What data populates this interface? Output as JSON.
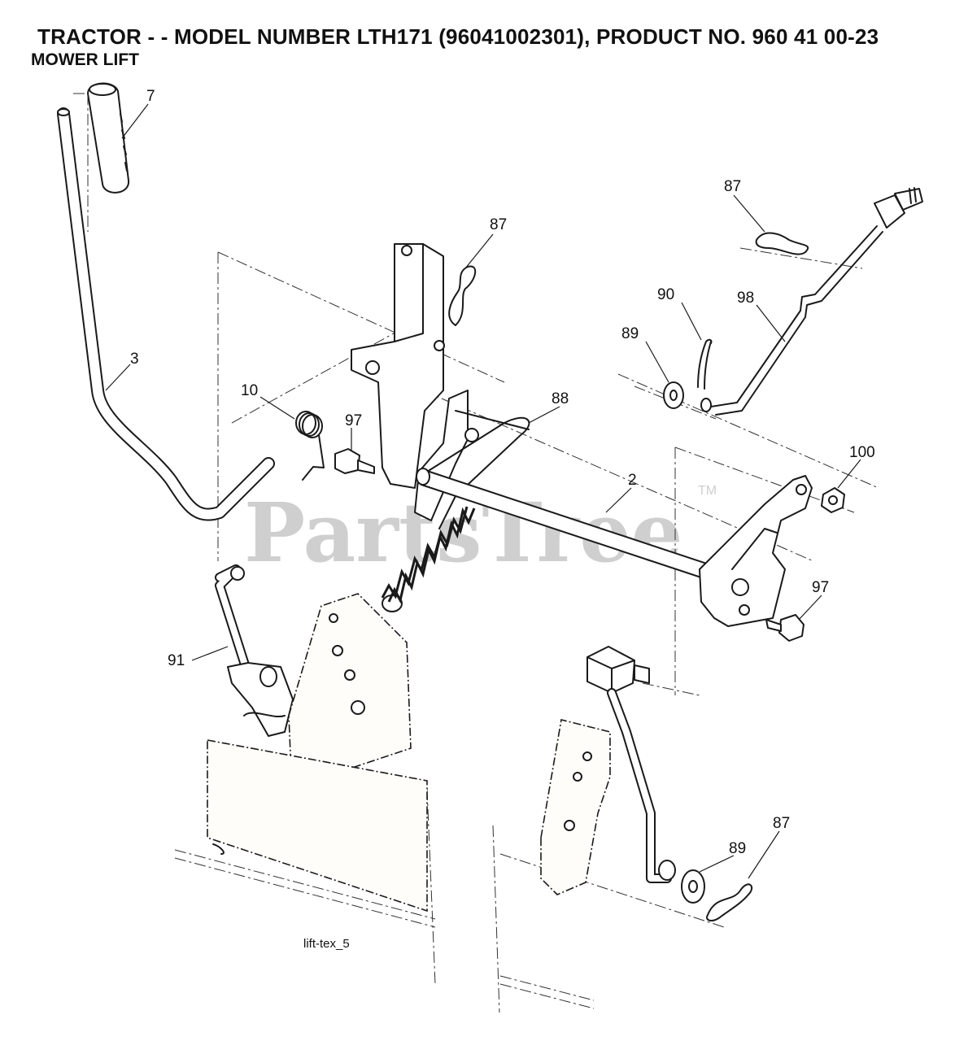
{
  "header": {
    "title": "TRACTOR - - MODEL NUMBER LTH171 (96041002301), PRODUCT NO. 960 41 00-23",
    "subtitle": "MOWER LIFT"
  },
  "watermark": {
    "text": "PartsTree",
    "tm": "TM"
  },
  "figure_id": "lift-tex_5",
  "callouts": {
    "c7": "7",
    "c3": "3",
    "c10": "10",
    "c97a": "97",
    "c87a": "87",
    "c88": "88",
    "c2": "2",
    "c87b": "87",
    "c90": "90",
    "c98": "98",
    "c89a": "89",
    "c100": "100",
    "c97b": "97",
    "c91": "91",
    "c89b": "89",
    "c87c": "87"
  }
}
